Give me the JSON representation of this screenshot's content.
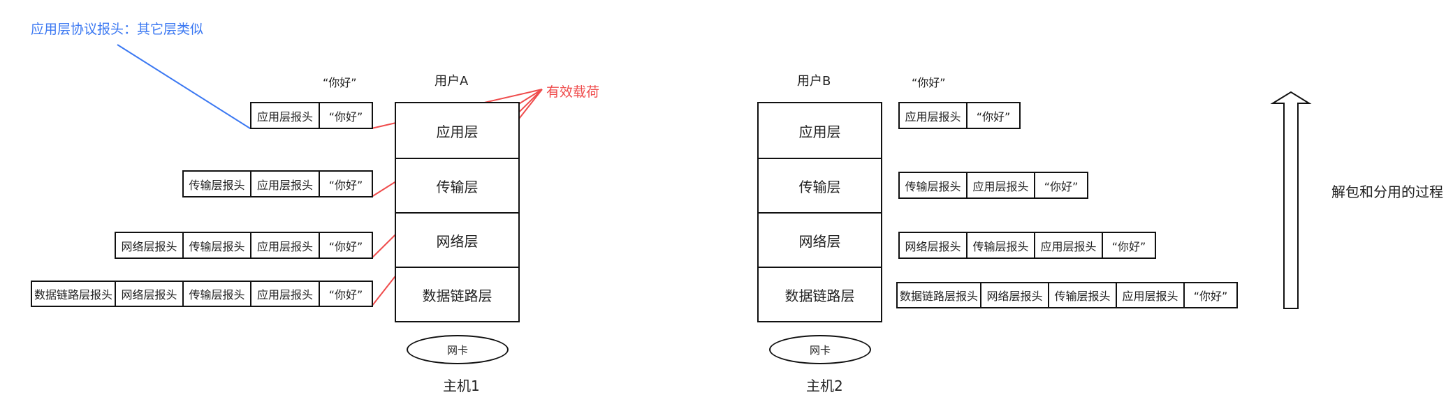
{
  "annotations": {
    "app_header_note": "应用层协议报头：其它层类似",
    "payload_note": "有效载荷",
    "process_note": "解包和分用的过程"
  },
  "host1": {
    "user": "用户A",
    "quote": "“你好”",
    "name": "主机1",
    "nic": "网卡",
    "layers": [
      "应用层",
      "传输层",
      "网络层",
      "数据链路层"
    ]
  },
  "host2": {
    "user": "用户B",
    "quote": "“你好”",
    "name": "主机2",
    "nic": "网卡",
    "layers": [
      "应用层",
      "传输层",
      "网络层",
      "数据链路层"
    ]
  },
  "packets_left": [
    [
      "应用层报头",
      "“你好”"
    ],
    [
      "传输层报头",
      "应用层报头",
      "“你好”"
    ],
    [
      "网络层报头",
      "传输层报头",
      "应用层报头",
      "“你好”"
    ],
    [
      "数据链路层报头",
      "网络层报头",
      "传输层报头",
      "应用层报头",
      "“你好”"
    ]
  ],
  "packets_right": [
    [
      "应用层报头",
      "“你好”"
    ],
    [
      "传输层报头",
      "应用层报头",
      "“你好”"
    ],
    [
      "网络层报头",
      "传输层报头",
      "应用层报头",
      "“你好”"
    ],
    [
      "数据链路层报头",
      "网络层报头",
      "传输层报头",
      "应用层报头",
      "“你好”"
    ]
  ],
  "colors": {
    "blue": "#3b78f2",
    "red": "#ef4b4b",
    "stroke": "#111111"
  }
}
